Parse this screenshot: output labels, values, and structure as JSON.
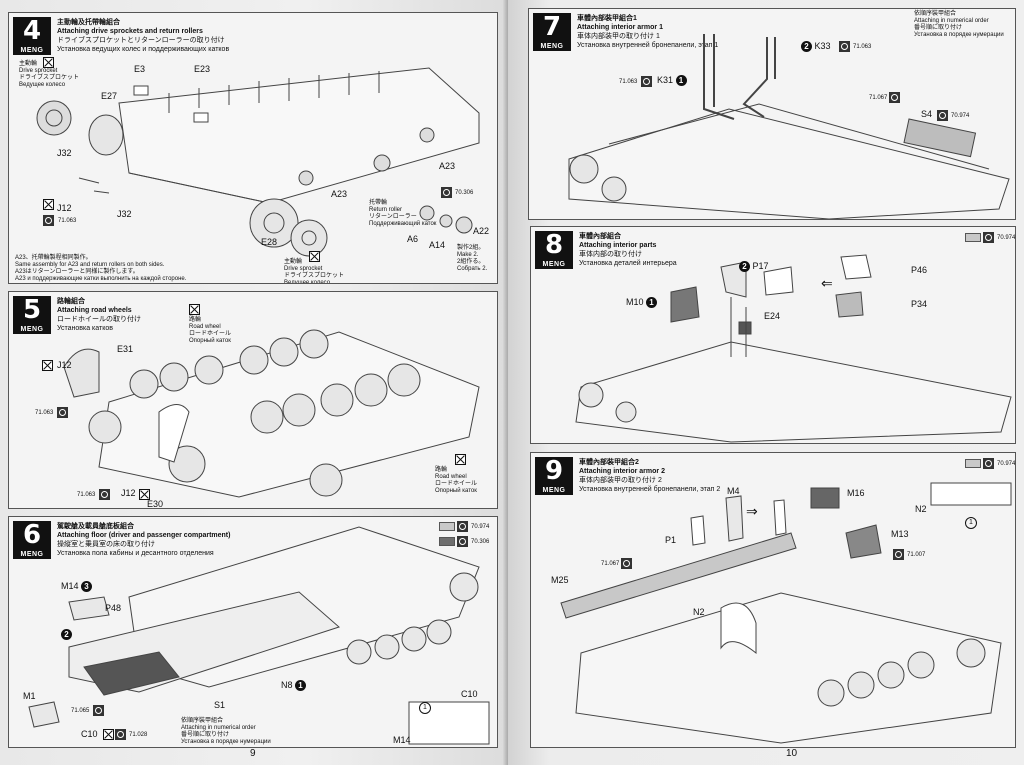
{
  "brand": "MENG",
  "pages": {
    "left_number": "9",
    "right_number": "10"
  },
  "steps": [
    {
      "number": "4",
      "title_cn": "主動輪及托帶輪組合",
      "title_en": "Attaching drive sprockets and return rollers",
      "title_jp": "ドライブスプロケットとリターンローラーの取り付け",
      "title_ru": "Установка ведущих колес и поддерживающих катков",
      "labels": [
        "E3",
        "E23",
        "E27",
        "J32",
        "J12",
        "J32",
        "A23",
        "A23",
        "E28",
        "A6",
        "A14",
        "A22"
      ],
      "paint": [
        "71.063",
        "70.306"
      ],
      "notes": {
        "drive_sprocket": [
          "主動輪",
          "Drive sprocket",
          "ドライブスプロケット",
          "Ведущее колесо"
        ],
        "return_roller": [
          "托帶輪",
          "Return roller",
          "リターンローラー",
          "Поддерживающий каток"
        ],
        "make2": [
          "製作2組。",
          "Make 2.",
          "2組作る。",
          "Собрать 2."
        ],
        "footnote": [
          "A23、托帶輪製程相同製作。",
          "Same assembly for A23 and return rollers on both sides.",
          "A23はリターンローラーと同様に製作します。",
          "A23 и поддерживающие катки выполнить на каждой стороне."
        ]
      }
    },
    {
      "number": "5",
      "title_cn": "路輪組合",
      "title_en": "Attaching road wheels",
      "title_jp": "ロードホイールの取り付け",
      "title_ru": "Установка катков",
      "labels": [
        "J12",
        "E31",
        "J12",
        "E30"
      ],
      "paint": [
        "71.063",
        "71.063"
      ],
      "notes": {
        "road_wheel_top": [
          "路輪",
          "Road wheel",
          "ロードホイール",
          "Опорный каток"
        ],
        "road_wheel_bottom": [
          "路輪",
          "Road wheel",
          "ロードホイール",
          "Опорный каток"
        ]
      }
    },
    {
      "number": "6",
      "title_cn": "駕駛艙及載員艙底板組合",
      "title_en": "Attaching floor (driver and passenger compartment)",
      "title_jp": "操縦室と乗員室の床の取り付け",
      "title_ru": "Установка пола кабины и десантного отделения",
      "labels": [
        "M14",
        "P48",
        "M1",
        "C10",
        "S1",
        "N8",
        "C10",
        "M14"
      ],
      "paint": [
        "70.974",
        "70.306",
        "71.065",
        "71.028"
      ],
      "numbered_order": [
        "依順序裝甲組合",
        "Attaching in numerical order",
        "番号順に取り付け",
        "Установка в порядке нумерации"
      ]
    },
    {
      "number": "7",
      "title_cn": "車體內部裝甲組合1",
      "title_en": "Attaching interior armor 1",
      "title_jp": "車体内部装甲の取り付け 1",
      "title_ru": "Установка внутренней бронепанели, этап 1",
      "labels": [
        "K33",
        "K31",
        "S4"
      ],
      "paint": [
        "71.063",
        "71.063",
        "71.067",
        "70.974"
      ],
      "numbered_order": [
        "依順序裝甲組合",
        "Attaching in numerical order",
        "番号順に取り付け",
        "Установка в порядке нумерации"
      ]
    },
    {
      "number": "8",
      "title_cn": "車體內部組合",
      "title_en": "Attaching interior parts",
      "title_jp": "車体内部の取り付け",
      "title_ru": "Установка деталей интерьера",
      "labels": [
        "P17",
        "M10",
        "E24",
        "P46",
        "P34"
      ],
      "paint": [
        "70.974"
      ]
    },
    {
      "number": "9",
      "title_cn": "車體內部裝甲組合2",
      "title_en": "Attaching interior armor 2",
      "title_jp": "車体内部装甲の取り付け 2",
      "title_ru": "Установка внутренней бронепанели, этап 2",
      "labels": [
        "M4",
        "M16",
        "N2",
        "P1",
        "M13",
        "M25",
        "N2"
      ],
      "paint": [
        "70.974",
        "71.067",
        "71.007"
      ]
    }
  ],
  "colors": {
    "swatch_light": "#c8c8c8",
    "swatch_dark": "#6e6e6e",
    "badge": "#111111"
  }
}
